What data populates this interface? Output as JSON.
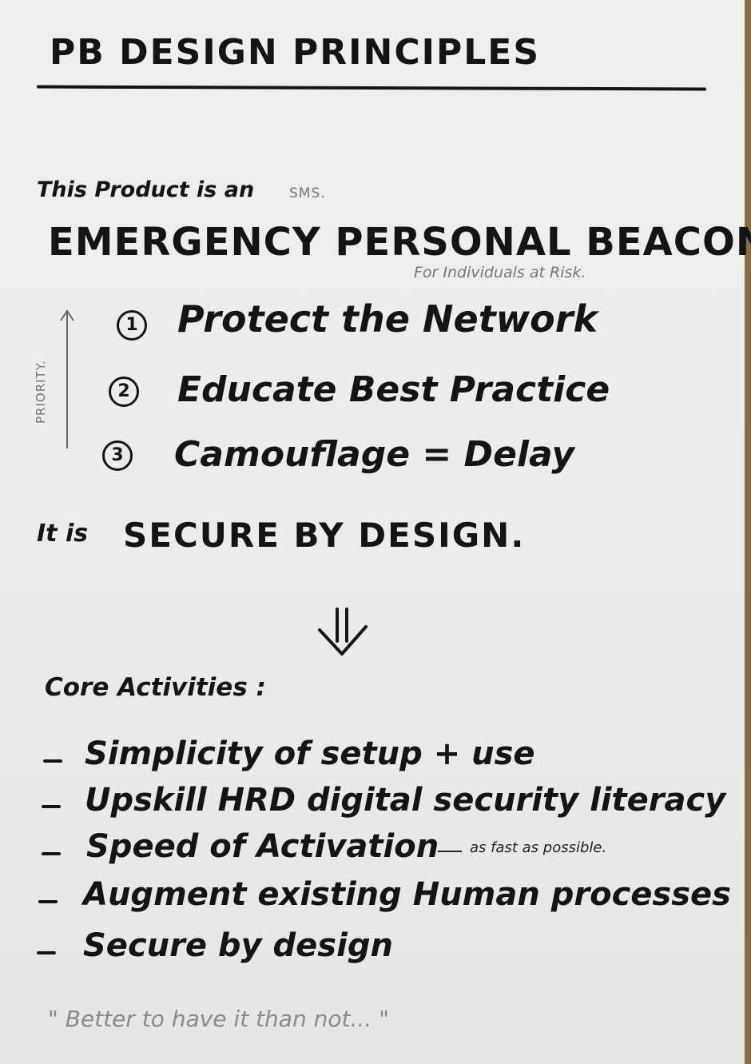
{
  "title": "PB DESIGN PRINCIPLES",
  "intro": {
    "text": "This Product is an",
    "sms": "SMS.",
    "headline": "EMERGENCY PERSONAL BEACON.",
    "subtitle": "For Individuals at Risk."
  },
  "priority_label": "PRIORITY.",
  "principles": [
    {
      "num": "1",
      "text": "Protect the Network"
    },
    {
      "num": "2",
      "text": "Educate Best Practice"
    },
    {
      "num": "3",
      "text": "Camouflage = Delay"
    }
  ],
  "secure": {
    "prefix": "It is",
    "text": "SECURE BY DESIGN."
  },
  "core_heading": "Core Activities :",
  "activities": [
    {
      "text": "Simplicity of setup + use"
    },
    {
      "text": "Upskill HRD digital security literacy"
    },
    {
      "text": "Speed of Activation",
      "note": "as fast as possible."
    },
    {
      "text": "Augment existing Human processes"
    },
    {
      "text": "Secure by design"
    }
  ],
  "quote": "\" Better to have it than not... \"",
  "icons": [
    "up-arrow-icon",
    "double-down-arrow-icon"
  ]
}
